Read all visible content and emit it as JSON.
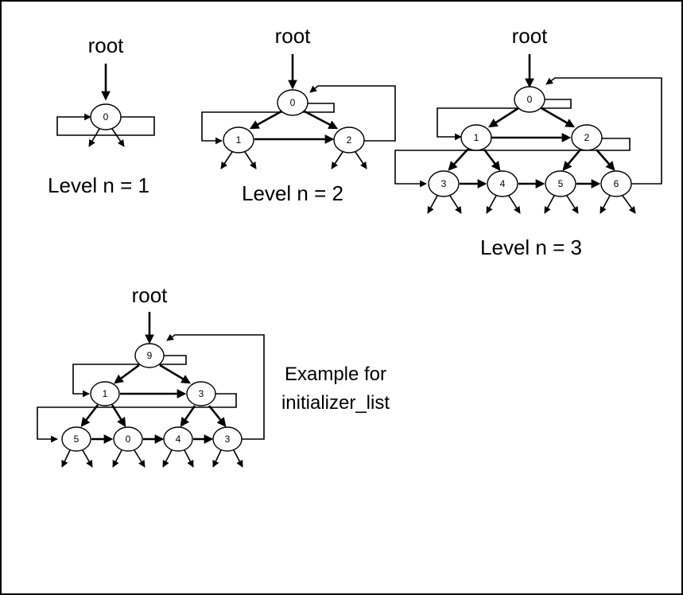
{
  "diagrams": [
    {
      "id": "level1",
      "root_label": "root",
      "caption": "Level n = 1",
      "nodes": [
        "0"
      ]
    },
    {
      "id": "level2",
      "root_label": "root",
      "caption": "Level n = 2",
      "nodes": [
        "0",
        "1",
        "2"
      ]
    },
    {
      "id": "level3",
      "root_label": "root",
      "caption": "Level n = 3",
      "nodes": [
        "0",
        "1",
        "2",
        "3",
        "4",
        "5",
        "6"
      ]
    },
    {
      "id": "example",
      "root_label": "root",
      "caption_lines": [
        "Example for",
        "initializer_list"
      ],
      "nodes": [
        "9",
        "1",
        "3",
        "5",
        "0",
        "4",
        "3"
      ]
    }
  ]
}
